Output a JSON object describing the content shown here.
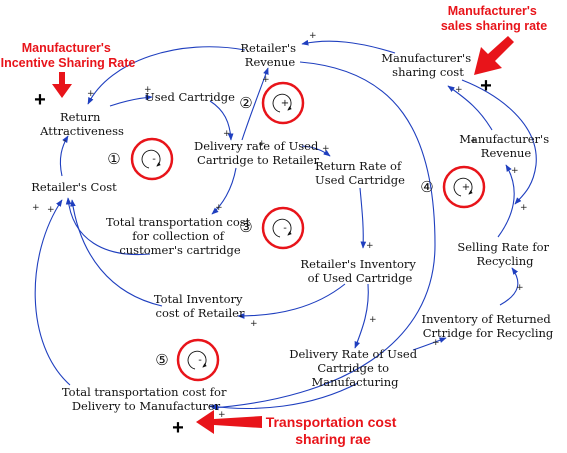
{
  "nodes": {
    "retailers_revenue": [
      "Retailer's",
      "Revenue"
    ],
    "manufacturers_sharing_cost": [
      "Manufacturer's",
      "sharing cost"
    ],
    "return_attractiveness": [
      "Return",
      "Attractiveness"
    ],
    "used_cartridge": [
      "Used Cartridge"
    ],
    "delivery_rate_used_cartridge_to_retailer": [
      "Delivery rate of Used",
      "Cartridge to Retailer"
    ],
    "return_rate_used_cartridge": [
      "Return Rate of",
      "Used Cartridge"
    ],
    "manufacturers_revenue": [
      "Manufacturer's",
      "Revenue"
    ],
    "retailers_cost": [
      "Retailer's Cost"
    ],
    "total_transportation_cost_collection": [
      "Total transportation cost",
      "for collection of",
      "customer's cartridge"
    ],
    "selling_rate_recycling": [
      "Selling Rate for",
      "Recycling"
    ],
    "retailers_inventory_used_cartridge": [
      "Retailer's Inventory",
      "of Used Cartridge"
    ],
    "total_inventory_cost_retailer": [
      "Total Inventory",
      "cost of Retailer"
    ],
    "inventory_returned_cartridge": [
      "Inventory of Returned",
      "Crtridge for Recycling"
    ],
    "delivery_rate_used_cartridge_manufacturing": [
      "Delivery Rate of Used",
      "Cartridge to",
      "Manufacturing"
    ],
    "total_transportation_cost_delivery_manufacturer": [
      "Total transportation cost for",
      "Delivery to Manufacturer"
    ]
  },
  "policy_labels": {
    "incentive": [
      "Manufacturer's",
      "Incentive Sharing Rate"
    ],
    "sales": [
      "Manufacturer's",
      "sales sharing rate"
    ],
    "transport": [
      "Transportation cost",
      "sharing rae"
    ]
  },
  "policy_signs": {
    "incentive": "+",
    "sales": "+",
    "transport": "+"
  },
  "link_signs": {
    "positive": "+",
    "negative": "-"
  },
  "loops": [
    {
      "id": "1",
      "label": "①",
      "polarity": "-"
    },
    {
      "id": "2",
      "label": "②",
      "polarity": "+"
    },
    {
      "id": "3",
      "label": "③",
      "polarity": "-"
    },
    {
      "id": "4",
      "label": "④",
      "polarity": "+"
    },
    {
      "id": "5",
      "label": "⑤",
      "polarity": "-"
    }
  ],
  "colors": {
    "link": "#1f3fbf",
    "policy": "#e8141a",
    "loop_ring": "#e8141a",
    "text": "#111111"
  }
}
